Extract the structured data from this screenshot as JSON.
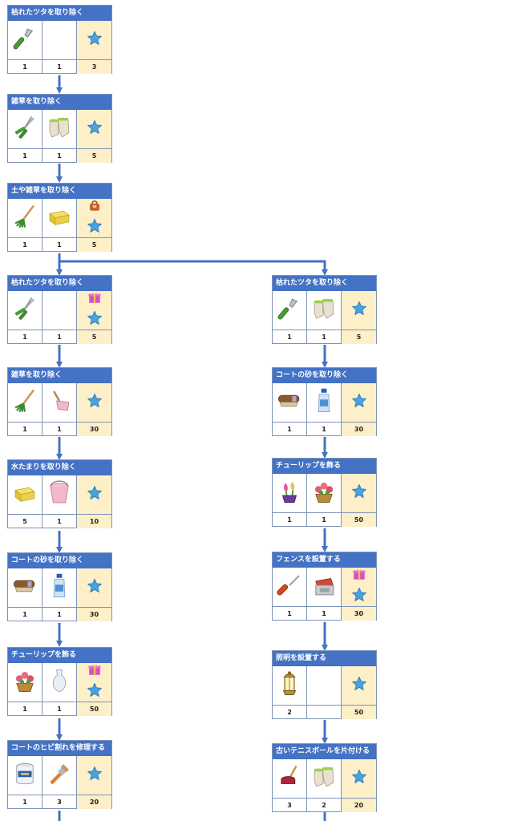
{
  "cards": [
    {
      "id": "l0",
      "title": "枯れたツタを取り除く",
      "items": [
        {
          "icon": "trowel-icon",
          "count": "1"
        },
        {
          "icon": "empty",
          "count": "1"
        }
      ],
      "rewards": [
        "star-icon"
      ],
      "reward_count": "3"
    },
    {
      "id": "l1",
      "title": "雑草を取り除く",
      "items": [
        {
          "icon": "pruning-shears-icon",
          "count": "1"
        },
        {
          "icon": "gloves-icon",
          "count": "1"
        }
      ],
      "rewards": [
        "star-icon"
      ],
      "reward_count": "5"
    },
    {
      "id": "l2",
      "title": "土や雑草を取り除く",
      "items": [
        {
          "icon": "rake-icon",
          "count": "1"
        },
        {
          "icon": "sponge-icon",
          "count": "1"
        }
      ],
      "rewards": [
        "bag-icon",
        "star-icon"
      ],
      "reward_count": "5"
    },
    {
      "id": "l3",
      "title": "枯れたツタを取り除く",
      "items": [
        {
          "icon": "pruning-shears-icon",
          "count": "1"
        },
        {
          "icon": "empty",
          "count": "1"
        }
      ],
      "rewards": [
        "gift-box-icon",
        "star-icon"
      ],
      "reward_count": "5"
    },
    {
      "id": "l4",
      "title": "雑草を取り除く",
      "items": [
        {
          "icon": "rake-icon",
          "count": "1"
        },
        {
          "icon": "dustpan-icon",
          "count": "1"
        }
      ],
      "rewards": [
        "star-icon"
      ],
      "reward_count": "30"
    },
    {
      "id": "l5",
      "title": "水たまりを取り除く",
      "items": [
        {
          "icon": "sponge-icon",
          "count": "5"
        },
        {
          "icon": "bucket-icon",
          "count": "1"
        }
      ],
      "rewards": [
        "star-icon"
      ],
      "reward_count": "10"
    },
    {
      "id": "l6",
      "title": "コートの砂を取り除く",
      "items": [
        {
          "icon": "brush-icon",
          "count": "1"
        },
        {
          "icon": "bottle-icon",
          "count": "1"
        }
      ],
      "rewards": [
        "star-icon"
      ],
      "reward_count": "30"
    },
    {
      "id": "l7",
      "title": "チューリップを飾る",
      "items": [
        {
          "icon": "flower-basket-icon",
          "count": "1"
        },
        {
          "icon": "vase-icon",
          "count": "1"
        }
      ],
      "rewards": [
        "gift-box-icon",
        "star-icon"
      ],
      "reward_count": "50"
    },
    {
      "id": "l8",
      "title": "コートのヒビ割れを修理する",
      "items": [
        {
          "icon": "paint-can-icon",
          "count": "1"
        },
        {
          "icon": "paintbrush-icon",
          "count": "3"
        }
      ],
      "rewards": [
        "star-icon"
      ],
      "reward_count": "20"
    },
    {
      "id": "r0",
      "title": "枯れたツタを取り除く",
      "items": [
        {
          "icon": "trowel-icon",
          "count": "1"
        },
        {
          "icon": "gloves-icon",
          "count": "1"
        }
      ],
      "rewards": [
        "star-icon"
      ],
      "reward_count": "5"
    },
    {
      "id": "r1",
      "title": "コートの砂を取り除く",
      "items": [
        {
          "icon": "brush-icon",
          "count": "1"
        },
        {
          "icon": "bottle-icon",
          "count": "1"
        }
      ],
      "rewards": [
        "star-icon"
      ],
      "reward_count": "30"
    },
    {
      "id": "r2",
      "title": "チューリップを飾る",
      "items": [
        {
          "icon": "tulip-pot-icon",
          "count": "1"
        },
        {
          "icon": "flower-basket-icon",
          "count": "1"
        }
      ],
      "rewards": [
        "star-icon"
      ],
      "reward_count": "50"
    },
    {
      "id": "r3",
      "title": "フェンスを設置する",
      "items": [
        {
          "icon": "screwdriver-icon",
          "count": "1"
        },
        {
          "icon": "toolbox-icon",
          "count": "1"
        }
      ],
      "rewards": [
        "gift-box-icon",
        "star-icon"
      ],
      "reward_count": "30"
    },
    {
      "id": "r4",
      "title": "照明を設置する",
      "items": [
        {
          "icon": "lantern-icon",
          "count": "2"
        },
        {
          "icon": "empty",
          "count": ""
        }
      ],
      "rewards": [
        "star-icon"
      ],
      "reward_count": "50"
    },
    {
      "id": "r5",
      "title": "古いテニスボールを片付ける",
      "items": [
        {
          "icon": "plunger-icon",
          "count": "3"
        },
        {
          "icon": "gloves-icon",
          "count": "2"
        }
      ],
      "rewards": [
        "star-icon"
      ],
      "reward_count": "20"
    }
  ],
  "colors": {
    "header": "#4472c4",
    "connector": "#4472c4",
    "reward_bg": "#fdefc8"
  }
}
